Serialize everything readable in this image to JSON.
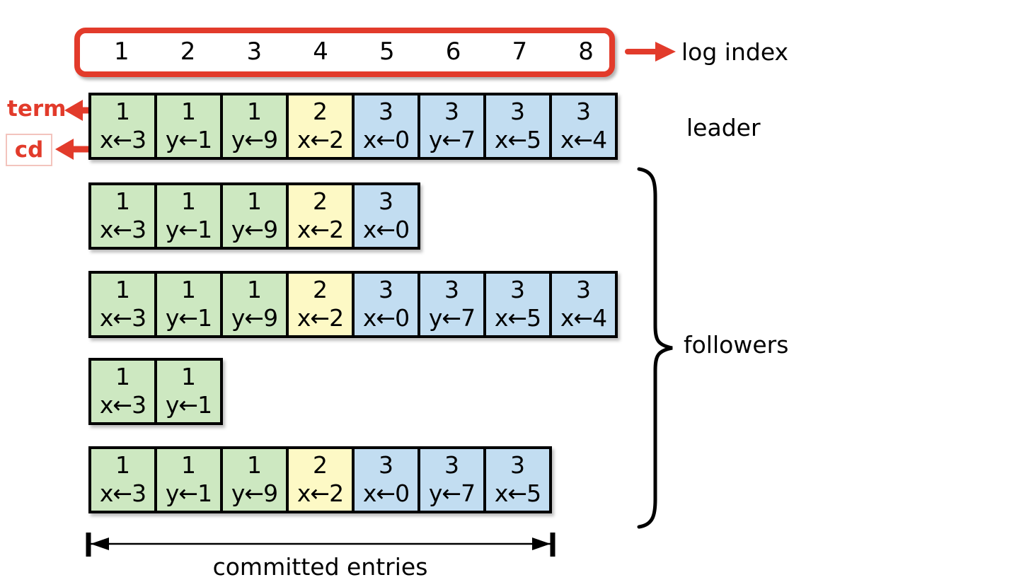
{
  "colors": {
    "accent_red": "#e23b2b",
    "ink": "#000000",
    "cd_box_border": "#f3c4bd",
    "term_colors": {
      "1": "#cde8c1",
      "2": "#fdf9c5",
      "3": "#c2ddf1"
    }
  },
  "labels": {
    "log_index": "log index",
    "term": "term",
    "cd": "cd",
    "leader": "leader",
    "followers": "followers",
    "committed_entries": "committed entries"
  },
  "log_indices": [
    "1",
    "2",
    "3",
    "4",
    "5",
    "6",
    "7",
    "8"
  ],
  "logs": {
    "leader": {
      "role": "leader",
      "entries": [
        {
          "term": "1",
          "cmd": "x←3"
        },
        {
          "term": "1",
          "cmd": "y←1"
        },
        {
          "term": "1",
          "cmd": "y←9"
        },
        {
          "term": "2",
          "cmd": "x←2"
        },
        {
          "term": "3",
          "cmd": "x←0"
        },
        {
          "term": "3",
          "cmd": "y←7"
        },
        {
          "term": "3",
          "cmd": "x←5"
        },
        {
          "term": "3",
          "cmd": "x←4"
        }
      ]
    },
    "followers": [
      {
        "entries": [
          {
            "term": "1",
            "cmd": "x←3"
          },
          {
            "term": "1",
            "cmd": "y←1"
          },
          {
            "term": "1",
            "cmd": "y←9"
          },
          {
            "term": "2",
            "cmd": "x←2"
          },
          {
            "term": "3",
            "cmd": "x←0"
          }
        ]
      },
      {
        "entries": [
          {
            "term": "1",
            "cmd": "x←3"
          },
          {
            "term": "1",
            "cmd": "y←1"
          },
          {
            "term": "1",
            "cmd": "y←9"
          },
          {
            "term": "2",
            "cmd": "x←2"
          },
          {
            "term": "3",
            "cmd": "x←0"
          },
          {
            "term": "3",
            "cmd": "y←7"
          },
          {
            "term": "3",
            "cmd": "x←5"
          },
          {
            "term": "3",
            "cmd": "x←4"
          }
        ]
      },
      {
        "entries": [
          {
            "term": "1",
            "cmd": "x←3"
          },
          {
            "term": "1",
            "cmd": "y←1"
          }
        ]
      },
      {
        "entries": [
          {
            "term": "1",
            "cmd": "x←3"
          },
          {
            "term": "1",
            "cmd": "y←1"
          },
          {
            "term": "1",
            "cmd": "y←9"
          },
          {
            "term": "2",
            "cmd": "x←2"
          },
          {
            "term": "3",
            "cmd": "x←0"
          },
          {
            "term": "3",
            "cmd": "y←7"
          },
          {
            "term": "3",
            "cmd": "x←5"
          }
        ]
      }
    ]
  },
  "committed": {
    "entry_count": 7
  }
}
